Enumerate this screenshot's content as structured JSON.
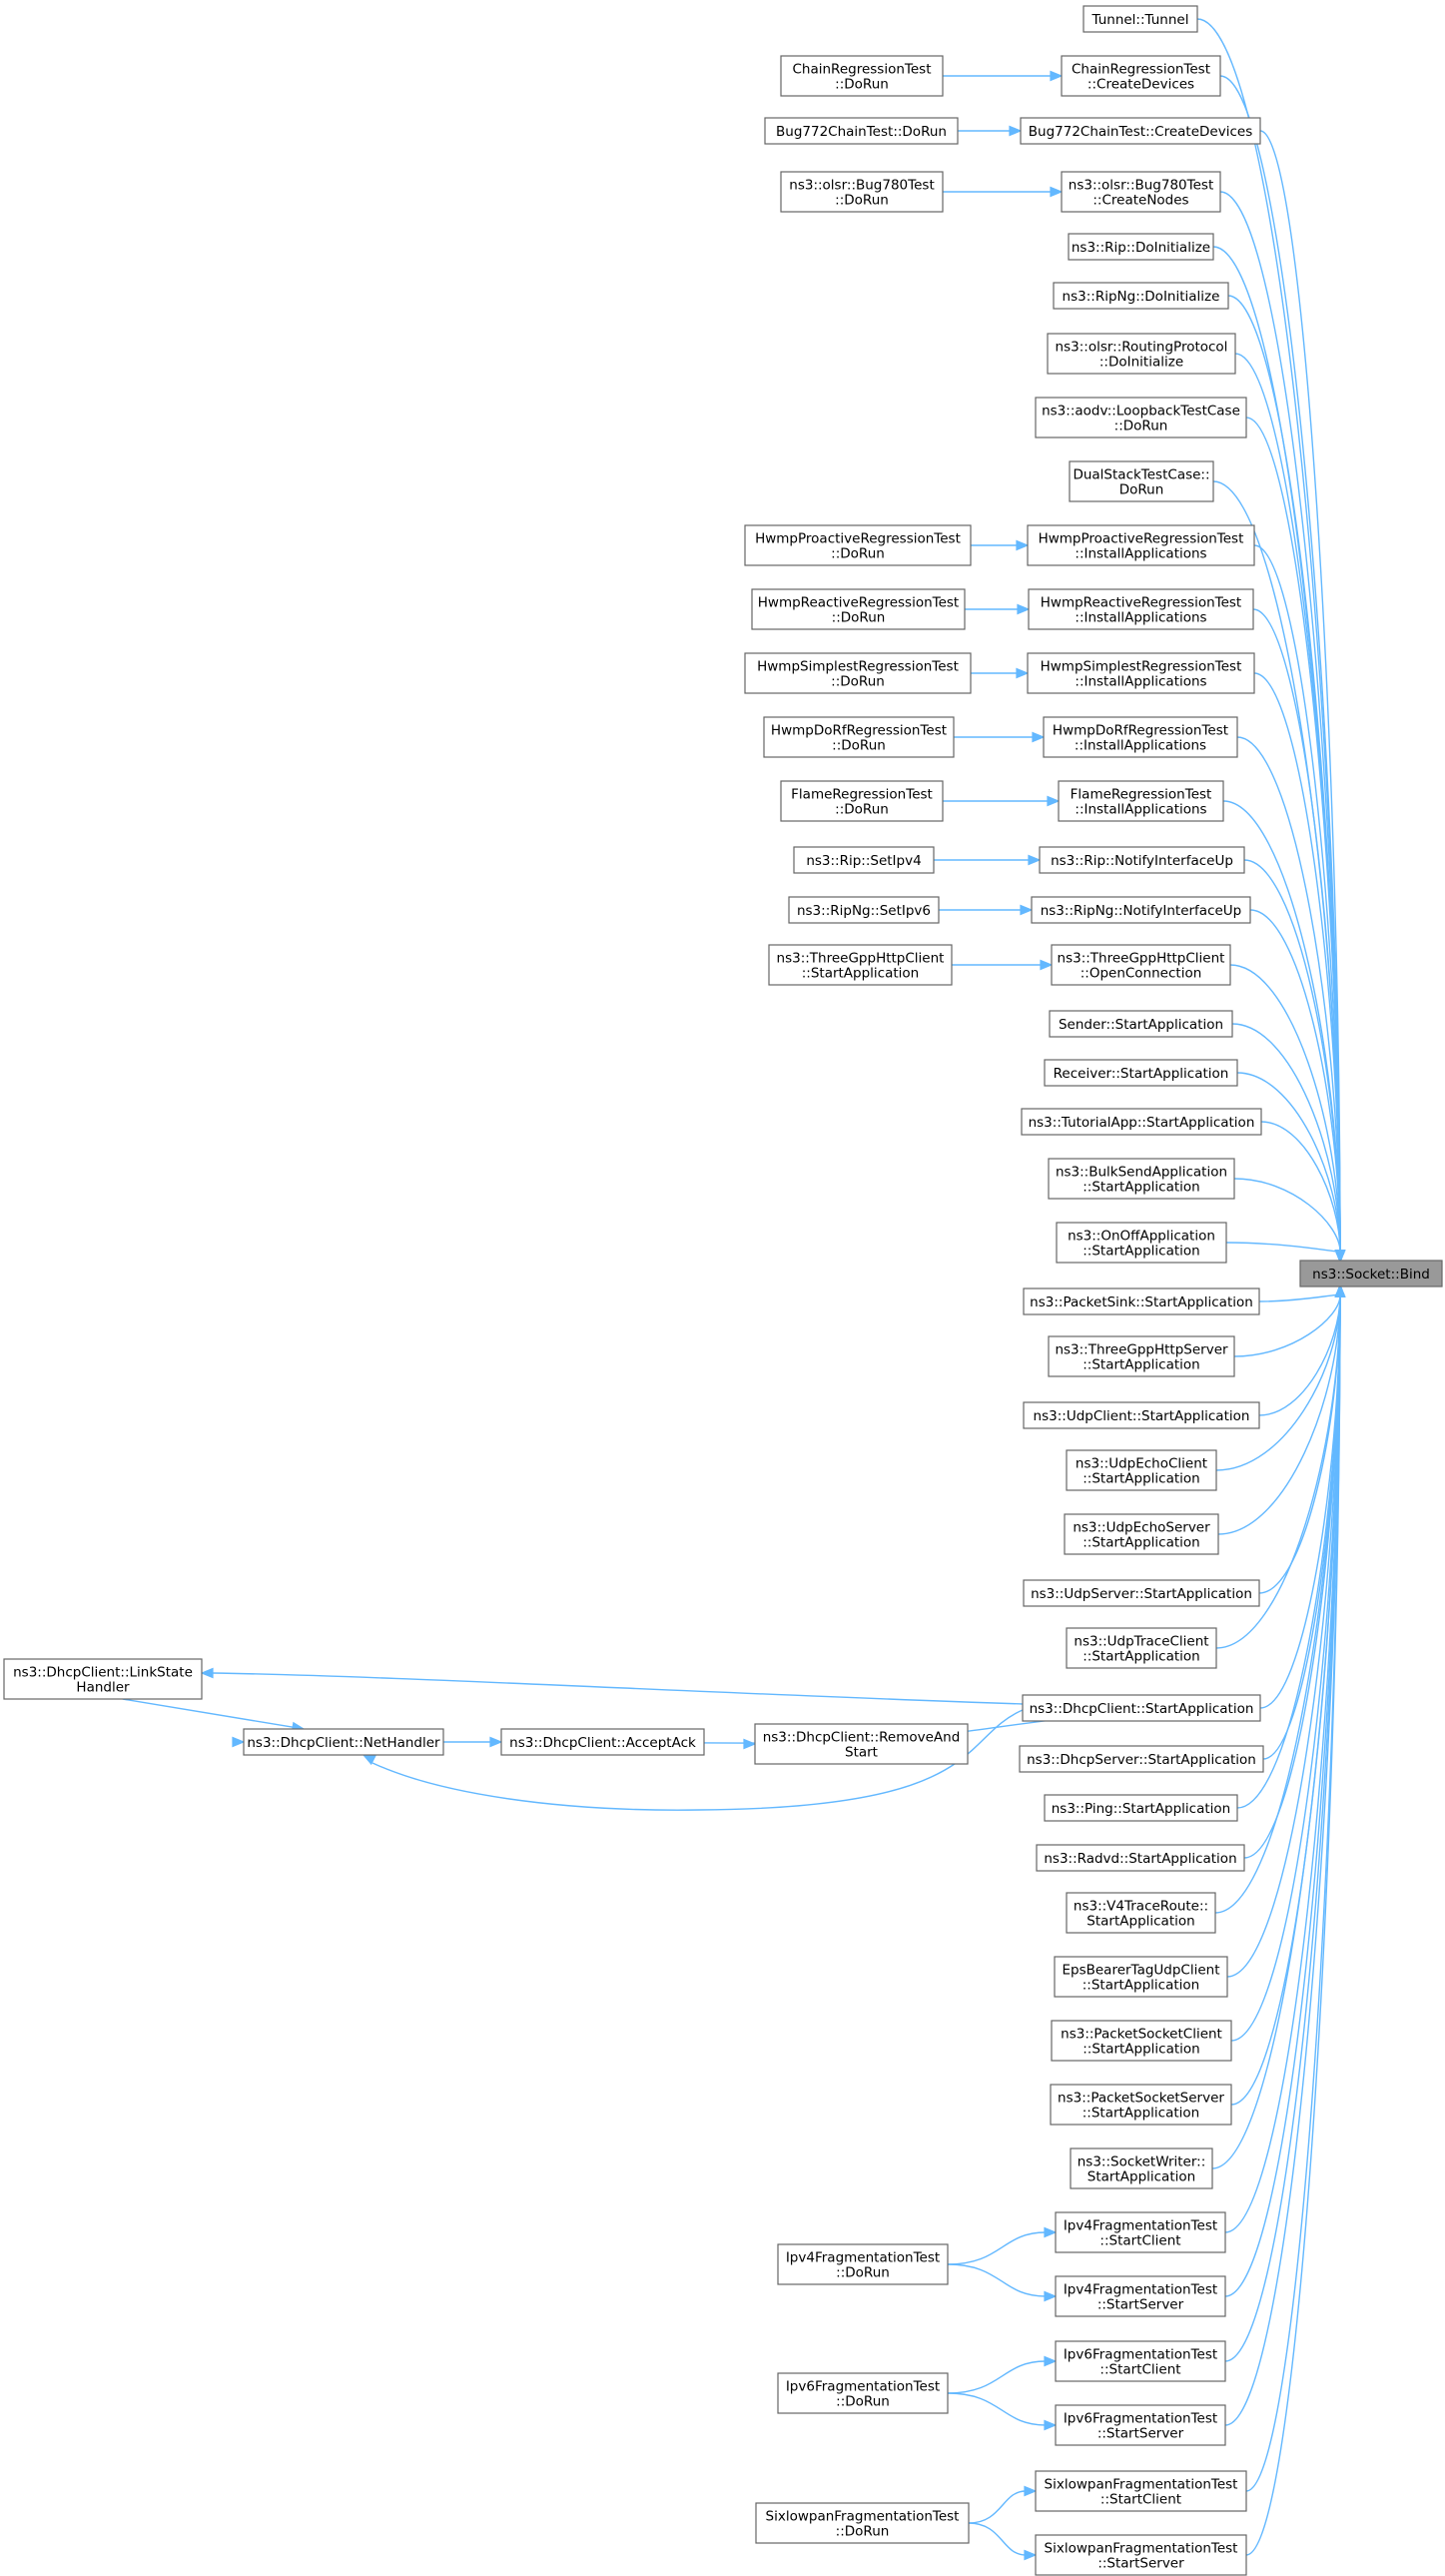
{
  "graph": {
    "edge_color": "#63b8ff",
    "node_border_color": "#666666",
    "highlight_fill": "#999999",
    "nodes": [
      {
        "id": "bind",
        "lines": [
          "ns3::Socket::Bind"
        ],
        "highlight": true
      },
      {
        "id": "tunnel",
        "lines": [
          "Tunnel::Tunnel"
        ]
      },
      {
        "id": "chain_cd",
        "lines": [
          "ChainRegressionTest",
          "::CreateDevices"
        ]
      },
      {
        "id": "chain_dr",
        "lines": [
          "ChainRegressionTest",
          "::DoRun"
        ]
      },
      {
        "id": "bug772_cd",
        "lines": [
          "Bug772ChainTest::CreateDevices"
        ]
      },
      {
        "id": "bug772_dr",
        "lines": [
          "Bug772ChainTest::DoRun"
        ]
      },
      {
        "id": "bug780_cn",
        "lines": [
          "ns3::olsr::Bug780Test",
          "::CreateNodes"
        ]
      },
      {
        "id": "bug780_dr",
        "lines": [
          "ns3::olsr::Bug780Test",
          "::DoRun"
        ]
      },
      {
        "id": "rip_init",
        "lines": [
          "ns3::Rip::DoInitialize"
        ]
      },
      {
        "id": "ripng_init",
        "lines": [
          "ns3::RipNg::DoInitialize"
        ]
      },
      {
        "id": "olsr_init",
        "lines": [
          "ns3::olsr::RoutingProtocol",
          "::DoInitialize"
        ]
      },
      {
        "id": "aodv_lb",
        "lines": [
          "ns3::aodv::LoopbackTestCase",
          "::DoRun"
        ]
      },
      {
        "id": "dualstack",
        "lines": [
          "DualStackTestCase::",
          "DoRun"
        ]
      },
      {
        "id": "hwmp_pro_ia",
        "lines": [
          "HwmpProactiveRegressionTest",
          "::InstallApplications"
        ]
      },
      {
        "id": "hwmp_pro_dr",
        "lines": [
          "HwmpProactiveRegressionTest",
          "::DoRun"
        ]
      },
      {
        "id": "hwmp_rea_ia",
        "lines": [
          "HwmpReactiveRegressionTest",
          "::InstallApplications"
        ]
      },
      {
        "id": "hwmp_rea_dr",
        "lines": [
          "HwmpReactiveRegressionTest",
          "::DoRun"
        ]
      },
      {
        "id": "hwmp_sim_ia",
        "lines": [
          "HwmpSimplestRegressionTest",
          "::InstallApplications"
        ]
      },
      {
        "id": "hwmp_sim_dr",
        "lines": [
          "HwmpSimplestRegressionTest",
          "::DoRun"
        ]
      },
      {
        "id": "hwmp_dorf_ia",
        "lines": [
          "HwmpDoRfRegressionTest",
          "::InstallApplications"
        ]
      },
      {
        "id": "hwmp_dorf_dr",
        "lines": [
          "HwmpDoRfRegressionTest",
          "::DoRun"
        ]
      },
      {
        "id": "flame_ia",
        "lines": [
          "FlameRegressionTest",
          "::InstallApplications"
        ]
      },
      {
        "id": "flame_dr",
        "lines": [
          "FlameRegressionTest",
          "::DoRun"
        ]
      },
      {
        "id": "rip_niu",
        "lines": [
          "ns3::Rip::NotifyInterfaceUp"
        ]
      },
      {
        "id": "rip_setipv4",
        "lines": [
          "ns3::Rip::SetIpv4"
        ]
      },
      {
        "id": "ripng_niu",
        "lines": [
          "ns3::RipNg::NotifyInterfaceUp"
        ]
      },
      {
        "id": "ripng_setipv6",
        "lines": [
          "ns3::RipNg::SetIpv6"
        ]
      },
      {
        "id": "tgpp_oc",
        "lines": [
          "ns3::ThreeGppHttpClient",
          "::OpenConnection"
        ]
      },
      {
        "id": "tgpp_sa",
        "lines": [
          "ns3::ThreeGppHttpClient",
          "::StartApplication"
        ]
      },
      {
        "id": "sender_sa",
        "lines": [
          "Sender::StartApplication"
        ]
      },
      {
        "id": "receiver_sa",
        "lines": [
          "Receiver::StartApplication"
        ]
      },
      {
        "id": "tutorial_sa",
        "lines": [
          "ns3::TutorialApp::StartApplication"
        ]
      },
      {
        "id": "bulksend_sa",
        "lines": [
          "ns3::BulkSendApplication",
          "::StartApplication"
        ]
      },
      {
        "id": "onoff_sa",
        "lines": [
          "ns3::OnOffApplication",
          "::StartApplication"
        ]
      },
      {
        "id": "packetsink_sa",
        "lines": [
          "ns3::PacketSink::StartApplication"
        ]
      },
      {
        "id": "tgpps_sa",
        "lines": [
          "ns3::ThreeGppHttpServer",
          "::StartApplication"
        ]
      },
      {
        "id": "udpclient_sa",
        "lines": [
          "ns3::UdpClient::StartApplication"
        ]
      },
      {
        "id": "udpechoc_sa",
        "lines": [
          "ns3::UdpEchoClient",
          "::StartApplication"
        ]
      },
      {
        "id": "udpechos_sa",
        "lines": [
          "ns3::UdpEchoServer",
          "::StartApplication"
        ]
      },
      {
        "id": "udpserver_sa",
        "lines": [
          "ns3::UdpServer::StartApplication"
        ]
      },
      {
        "id": "udptrace_sa",
        "lines": [
          "ns3::UdpTraceClient",
          "::StartApplication"
        ]
      },
      {
        "id": "dhcpc_sa",
        "lines": [
          "ns3::DhcpClient::StartApplication"
        ]
      },
      {
        "id": "dhcpc_lsh",
        "lines": [
          "ns3::DhcpClient::LinkState",
          "Handler"
        ]
      },
      {
        "id": "dhcpc_nh",
        "lines": [
          "ns3::DhcpClient::NetHandler"
        ]
      },
      {
        "id": "dhcpc_aa",
        "lines": [
          "ns3::DhcpClient::AcceptAck"
        ]
      },
      {
        "id": "dhcpc_ras",
        "lines": [
          "ns3::DhcpClient::RemoveAnd",
          "Start"
        ]
      },
      {
        "id": "dhcps_sa",
        "lines": [
          "ns3::DhcpServer::StartApplication"
        ]
      },
      {
        "id": "ping_sa",
        "lines": [
          "ns3::Ping::StartApplication"
        ]
      },
      {
        "id": "radvd_sa",
        "lines": [
          "ns3::Radvd::StartApplication"
        ]
      },
      {
        "id": "v4tr_sa",
        "lines": [
          "ns3::V4TraceRoute::",
          "StartApplication"
        ]
      },
      {
        "id": "epsbearer_sa",
        "lines": [
          "EpsBearerTagUdpClient",
          "::StartApplication"
        ]
      },
      {
        "id": "psc_sa",
        "lines": [
          "ns3::PacketSocketClient",
          "::StartApplication"
        ]
      },
      {
        "id": "pss_sa",
        "lines": [
          "ns3::PacketSocketServer",
          "::StartApplication"
        ]
      },
      {
        "id": "sw_sa",
        "lines": [
          "ns3::SocketWriter::",
          "StartApplication"
        ]
      },
      {
        "id": "ipv4f_sc",
        "lines": [
          "Ipv4FragmentationTest",
          "::StartClient"
        ]
      },
      {
        "id": "ipv4f_ss",
        "lines": [
          "Ipv4FragmentationTest",
          "::StartServer"
        ]
      },
      {
        "id": "ipv4f_dr",
        "lines": [
          "Ipv4FragmentationTest",
          "::DoRun"
        ]
      },
      {
        "id": "ipv6f_sc",
        "lines": [
          "Ipv6FragmentationTest",
          "::StartClient"
        ]
      },
      {
        "id": "ipv6f_ss",
        "lines": [
          "Ipv6FragmentationTest",
          "::StartServer"
        ]
      },
      {
        "id": "ipv6f_dr",
        "lines": [
          "Ipv6FragmentationTest",
          "::DoRun"
        ]
      },
      {
        "id": "sixf_sc",
        "lines": [
          "SixlowpanFragmentationTest",
          "::StartClient"
        ]
      },
      {
        "id": "sixf_ss",
        "lines": [
          "SixlowpanFragmentationTest",
          "::StartServer"
        ]
      },
      {
        "id": "sixf_dr",
        "lines": [
          "SixlowpanFragmentationTest",
          "::DoRun"
        ]
      }
    ],
    "edges": [
      {
        "from": "tunnel",
        "to": "bind"
      },
      {
        "from": "chain_cd",
        "to": "bind"
      },
      {
        "from": "chain_dr",
        "to": "chain_cd"
      },
      {
        "from": "bug772_cd",
        "to": "bind"
      },
      {
        "from": "bug772_dr",
        "to": "bug772_cd"
      },
      {
        "from": "bug780_cn",
        "to": "bind"
      },
      {
        "from": "bug780_dr",
        "to": "bug780_cn"
      },
      {
        "from": "rip_init",
        "to": "bind"
      },
      {
        "from": "ripng_init",
        "to": "bind"
      },
      {
        "from": "olsr_init",
        "to": "bind"
      },
      {
        "from": "aodv_lb",
        "to": "bind"
      },
      {
        "from": "dualstack",
        "to": "bind"
      },
      {
        "from": "hwmp_pro_ia",
        "to": "bind"
      },
      {
        "from": "hwmp_pro_dr",
        "to": "hwmp_pro_ia"
      },
      {
        "from": "hwmp_rea_ia",
        "to": "bind"
      },
      {
        "from": "hwmp_rea_dr",
        "to": "hwmp_rea_ia"
      },
      {
        "from": "hwmp_sim_ia",
        "to": "bind"
      },
      {
        "from": "hwmp_sim_dr",
        "to": "hwmp_sim_ia"
      },
      {
        "from": "hwmp_dorf_ia",
        "to": "bind"
      },
      {
        "from": "hwmp_dorf_dr",
        "to": "hwmp_dorf_ia"
      },
      {
        "from": "flame_ia",
        "to": "bind"
      },
      {
        "from": "flame_dr",
        "to": "flame_ia"
      },
      {
        "from": "rip_niu",
        "to": "bind"
      },
      {
        "from": "rip_setipv4",
        "to": "rip_niu"
      },
      {
        "from": "ripng_niu",
        "to": "bind"
      },
      {
        "from": "ripng_setipv6",
        "to": "ripng_niu"
      },
      {
        "from": "tgpp_oc",
        "to": "bind"
      },
      {
        "from": "tgpp_sa",
        "to": "tgpp_oc"
      },
      {
        "from": "sender_sa",
        "to": "bind"
      },
      {
        "from": "receiver_sa",
        "to": "bind"
      },
      {
        "from": "tutorial_sa",
        "to": "bind"
      },
      {
        "from": "bulksend_sa",
        "to": "bind"
      },
      {
        "from": "onoff_sa",
        "to": "bind"
      },
      {
        "from": "packetsink_sa",
        "to": "bind"
      },
      {
        "from": "tgpps_sa",
        "to": "bind"
      },
      {
        "from": "udpclient_sa",
        "to": "bind"
      },
      {
        "from": "udpechoc_sa",
        "to": "bind"
      },
      {
        "from": "udpechos_sa",
        "to": "bind"
      },
      {
        "from": "udpserver_sa",
        "to": "bind"
      },
      {
        "from": "udptrace_sa",
        "to": "bind"
      },
      {
        "from": "dhcpc_sa",
        "to": "bind"
      },
      {
        "from": "dhcpc_sa",
        "to": "dhcpc_lsh"
      },
      {
        "from": "dhcpc_lsh",
        "to": "dhcpc_nh"
      },
      {
        "from": "dhcpc_sa",
        "to": "dhcpc_nh"
      },
      {
        "from": "dhcpc_aa",
        "to": "dhcpc_nh"
      },
      {
        "from": "dhcpc_ras",
        "to": "dhcpc_aa"
      },
      {
        "from": "dhcpc_sa",
        "to": "dhcpc_ras"
      },
      {
        "from": "dhcps_sa",
        "to": "bind"
      },
      {
        "from": "ping_sa",
        "to": "bind"
      },
      {
        "from": "radvd_sa",
        "to": "bind"
      },
      {
        "from": "v4tr_sa",
        "to": "bind"
      },
      {
        "from": "epsbearer_sa",
        "to": "bind"
      },
      {
        "from": "psc_sa",
        "to": "bind"
      },
      {
        "from": "pss_sa",
        "to": "bind"
      },
      {
        "from": "sw_sa",
        "to": "bind"
      },
      {
        "from": "ipv4f_sc",
        "to": "bind"
      },
      {
        "from": "ipv4f_dr",
        "to": "ipv4f_sc"
      },
      {
        "from": "ipv4f_ss",
        "to": "bind"
      },
      {
        "from": "ipv4f_dr",
        "to": "ipv4f_ss"
      },
      {
        "from": "ipv6f_sc",
        "to": "bind"
      },
      {
        "from": "ipv6f_dr",
        "to": "ipv6f_sc"
      },
      {
        "from": "ipv6f_ss",
        "to": "bind"
      },
      {
        "from": "ipv6f_dr",
        "to": "ipv6f_ss"
      },
      {
        "from": "sixf_sc",
        "to": "bind"
      },
      {
        "from": "sixf_dr",
        "to": "sixf_sc"
      },
      {
        "from": "sixf_ss",
        "to": "bind"
      },
      {
        "from": "sixf_dr",
        "to": "sixf_ss"
      }
    ]
  }
}
